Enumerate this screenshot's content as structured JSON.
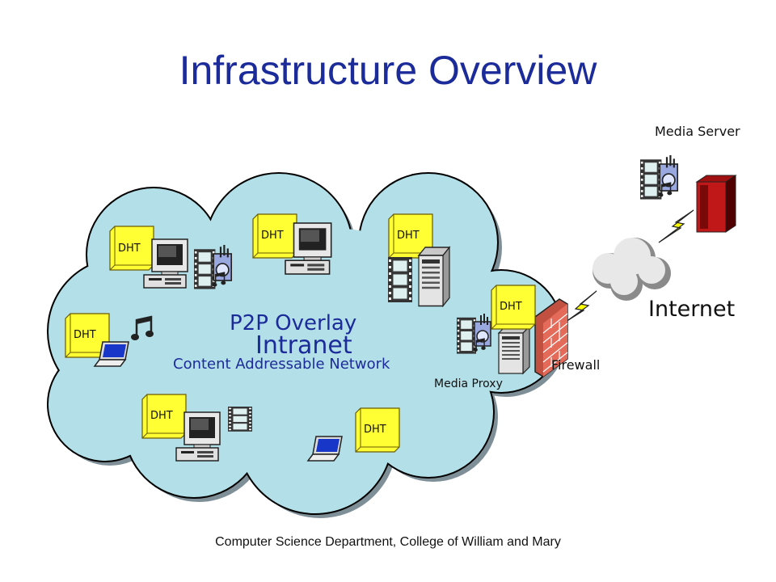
{
  "slide": {
    "title": "Infrastructure Overview",
    "footer": "Computer Science Department, College of William and Mary"
  },
  "diagram": {
    "cloud_titles": {
      "overlay": "P2P Overlay",
      "intranet": "Intranet",
      "can": "Content Addressable Network"
    },
    "labels": {
      "internet": "Internet",
      "firewall": "Firewall",
      "media_proxy": "Media Proxy",
      "media_server": "Media Server"
    },
    "dht_label": "DHT",
    "colors": {
      "cloud_fill": "#b3e0e8",
      "cloud_shadow": "#7f8f98",
      "dht_fill": "#ffff33",
      "title": "#1c2b9a",
      "firewall_brick": "#e46a5a",
      "lightning": "#ffff00"
    },
    "icons": [
      "desktop-computer-icon",
      "laptop-icon",
      "media-icon",
      "music-note-icon",
      "film-strip-icon",
      "server-tower-icon",
      "firewall-icon",
      "lightning-icon",
      "internet-cloud-icon"
    ]
  }
}
